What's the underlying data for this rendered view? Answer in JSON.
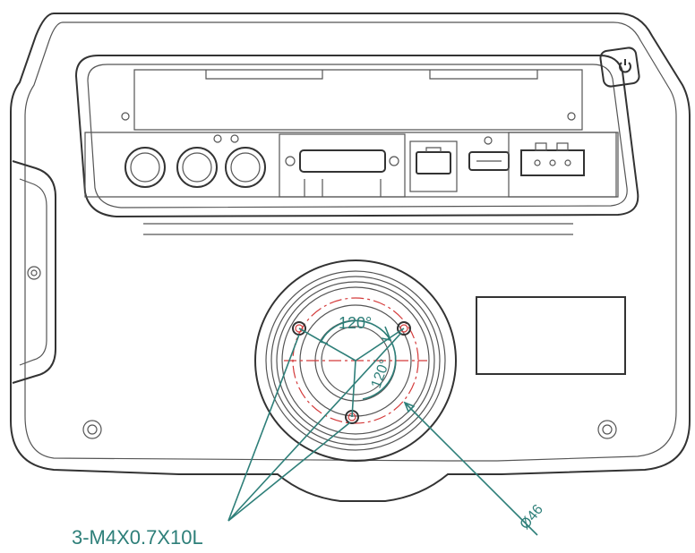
{
  "annotations": {
    "hole_callout": "3-M4X0.7X10L",
    "diameter": "Ø46",
    "angle_top": "120°",
    "angle_right": "120°"
  },
  "colors": {
    "outline": "#333333",
    "dimension": "#2e7f79",
    "bolt_circle": "#d43b3b"
  },
  "icons": {
    "power": "power-icon"
  }
}
